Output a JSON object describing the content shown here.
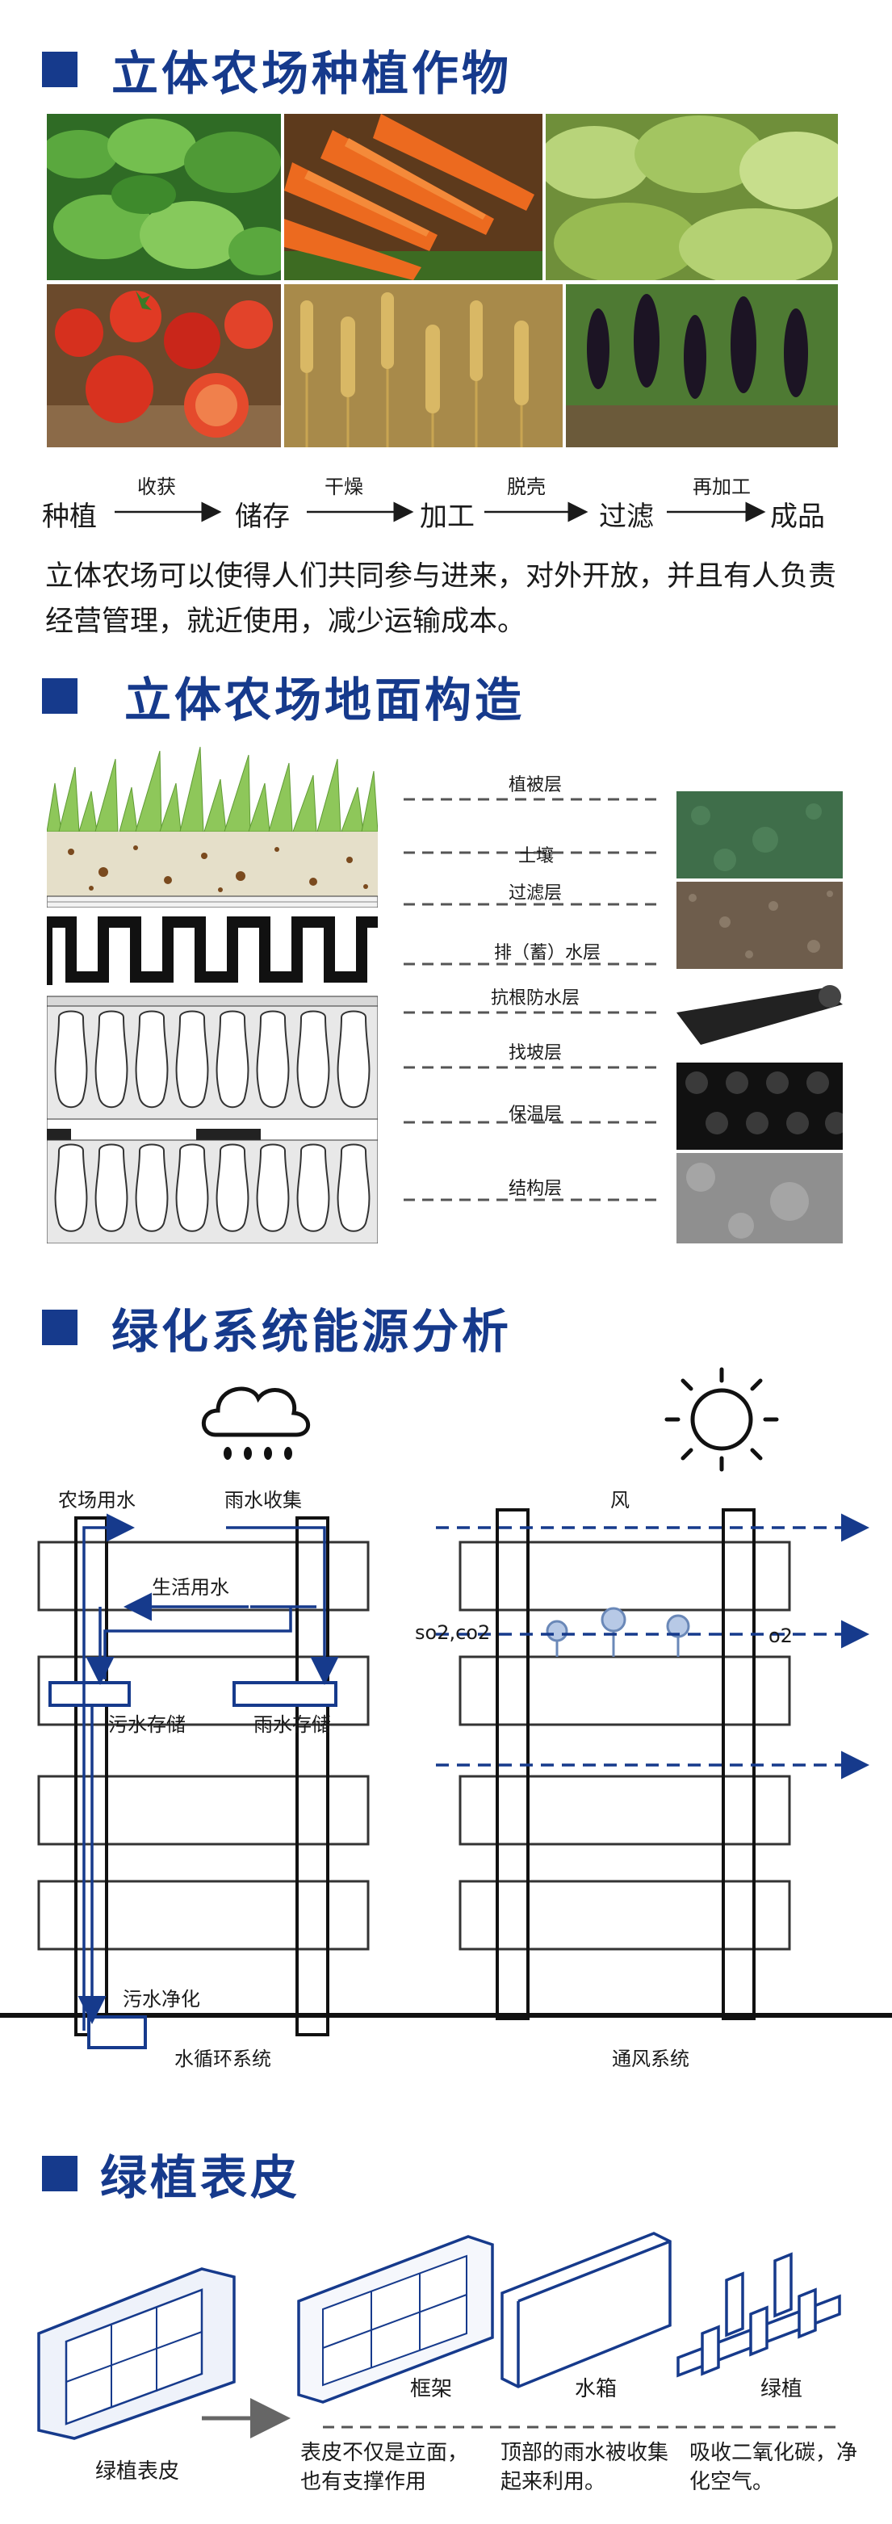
{
  "section1": {
    "title": "立体农场种植作物",
    "photos": [
      "lettuce",
      "carrot",
      "cabbage",
      "tomato",
      "wheat",
      "eggplant"
    ],
    "flow": {
      "steps": [
        "种植",
        "储存",
        "加工",
        "过滤",
        "成品"
      ],
      "arrows": [
        "收获",
        "干燥",
        "脱壳",
        "再加工"
      ]
    },
    "paragraph": "立体农场可以使得人们共同参与进来，对外开放，并且有人负责经营管理，就近使用，减少运输成本。"
  },
  "section2": {
    "title": "立体农场地面构造",
    "layers": [
      "植被层",
      "土壤",
      "过滤层",
      "排（蓄）水层",
      "抗根防水层",
      "找坡层",
      "保温层",
      "结构层"
    ]
  },
  "section3": {
    "title": "绿化系统能源分析",
    "water": {
      "farm_water": "农场用水",
      "rain_collect": "雨水收集",
      "domestic_water": "生活用水",
      "sewage_storage": "污水存储",
      "rain_storage": "雨水存储",
      "sewage_purify": "污水净化",
      "caption": "水循环系统"
    },
    "vent": {
      "wind": "风",
      "input_gas": "so2,co2",
      "output_gas": "o2",
      "caption": "通风系统"
    }
  },
  "section4": {
    "title": "绿植表皮",
    "skin_label": "绿植表皮",
    "parts": [
      "框架",
      "水箱",
      "绿植"
    ],
    "notes": [
      "表皮不仅是立面，也有支撑作用",
      "顶部的雨水被收集起来利用。",
      "吸收二氧化碳，净化空气。"
    ]
  },
  "colors": {
    "accent": "#163a8c",
    "dark": "#1a1a1a"
  }
}
